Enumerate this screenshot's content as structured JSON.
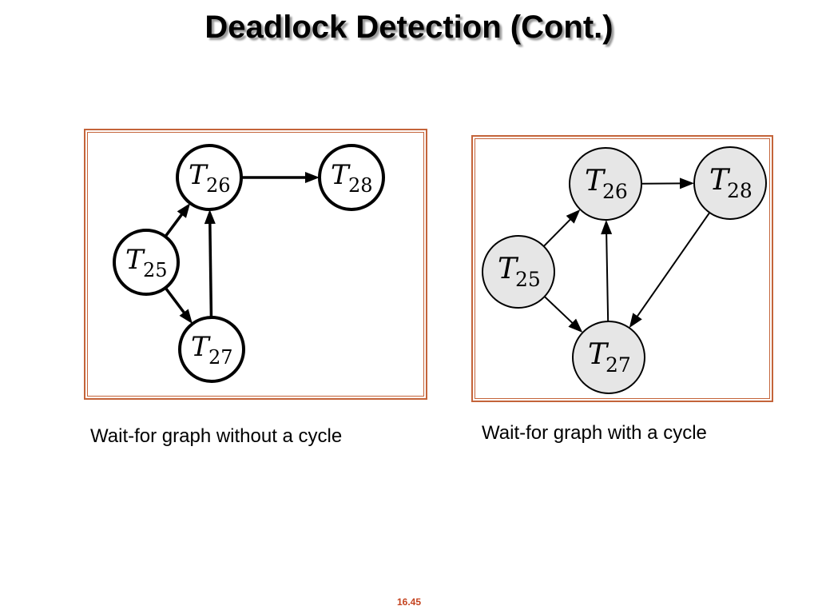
{
  "title": "Deadlock Detection (Cont.)",
  "colors": {
    "frame": "#c4643a",
    "page_number": "#c4431f",
    "left_node_fill": "#ffffff",
    "right_node_fill": "#e6e6e6"
  },
  "graphs": [
    {
      "caption": "Wait-for graph without a cycle",
      "nodes": [
        {
          "id": "T25",
          "letter": "T",
          "sub": "25"
        },
        {
          "id": "T26",
          "letter": "T",
          "sub": "26"
        },
        {
          "id": "T27",
          "letter": "T",
          "sub": "27"
        },
        {
          "id": "T28",
          "letter": "T",
          "sub": "28"
        }
      ],
      "edges": [
        {
          "from": "T25",
          "to": "T26"
        },
        {
          "from": "T25",
          "to": "T27"
        },
        {
          "from": "T27",
          "to": "T26"
        },
        {
          "from": "T26",
          "to": "T28"
        }
      ]
    },
    {
      "caption": "Wait-for graph with a cycle",
      "nodes": [
        {
          "id": "T25",
          "letter": "T",
          "sub": "25"
        },
        {
          "id": "T26",
          "letter": "T",
          "sub": "26"
        },
        {
          "id": "T27",
          "letter": "T",
          "sub": "27"
        },
        {
          "id": "T28",
          "letter": "T",
          "sub": "28"
        }
      ],
      "edges": [
        {
          "from": "T25",
          "to": "T26"
        },
        {
          "from": "T25",
          "to": "T27"
        },
        {
          "from": "T27",
          "to": "T26"
        },
        {
          "from": "T26",
          "to": "T28"
        },
        {
          "from": "T28",
          "to": "T27"
        }
      ]
    }
  ],
  "page_number": "16.45"
}
